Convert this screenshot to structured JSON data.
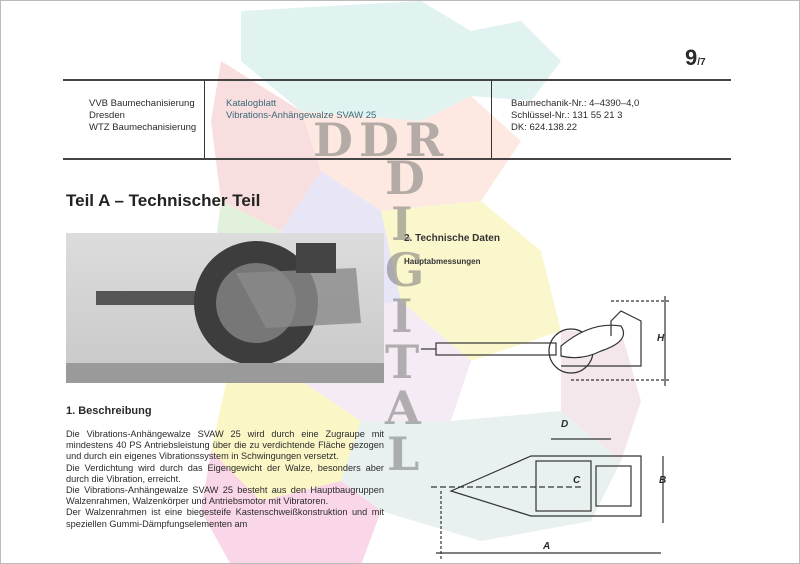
{
  "page_number": "9",
  "page_number_suffix": "/7",
  "header": {
    "left": [
      "VVB Baumechanisierung",
      "Dresden",
      "WTZ Baumechanisierung"
    ],
    "middle": [
      "Katalogblatt",
      "Vibrations-Anhängewalze SVAW 25"
    ],
    "right": [
      "Baumechanik-Nr.: 4–4390–4,0",
      "Schlüssel-Nr.: 131 55 21 3",
      "DK: 624.138.22"
    ]
  },
  "title": "Teil A – Technischer Teil",
  "section1": {
    "heading": "1. Beschreibung",
    "paragraphs": [
      "Die Vibrations-Anhängewalze SVAW 25 wird durch eine Zugraupe mit mindestens 40 PS Antriebsleistung über die zu verdichtende Fläche gezogen und durch ein eigenes Vibrationssystem in Schwingungen versetzt.",
      "Die Verdichtung wird durch das Eigengewicht der Walze, besonders aber durch die Vibration, erreicht.",
      "Die Vibrations-Anhängewalze SVAW 25 besteht aus den Hauptbaugruppen Walzenrahmen, Walzenkörper und Antriebsmotor mit Vibratoren.",
      "Der Walzenrahmen ist eine biegesteife Kastenschweißkonstruktion und mit speziellen Gummi-Dämpfungselementen am"
    ]
  },
  "section2": {
    "heading": "2. Technische Daten",
    "subheading": "Hauptabmessungen",
    "dimension_labels": [
      "H",
      "D",
      "C",
      "B",
      "A"
    ]
  },
  "watermark": {
    "horizontal": [
      "D",
      "D",
      "R"
    ],
    "vertical": [
      "D",
      "I",
      "G",
      "I",
      "T",
      "A",
      "L"
    ]
  }
}
